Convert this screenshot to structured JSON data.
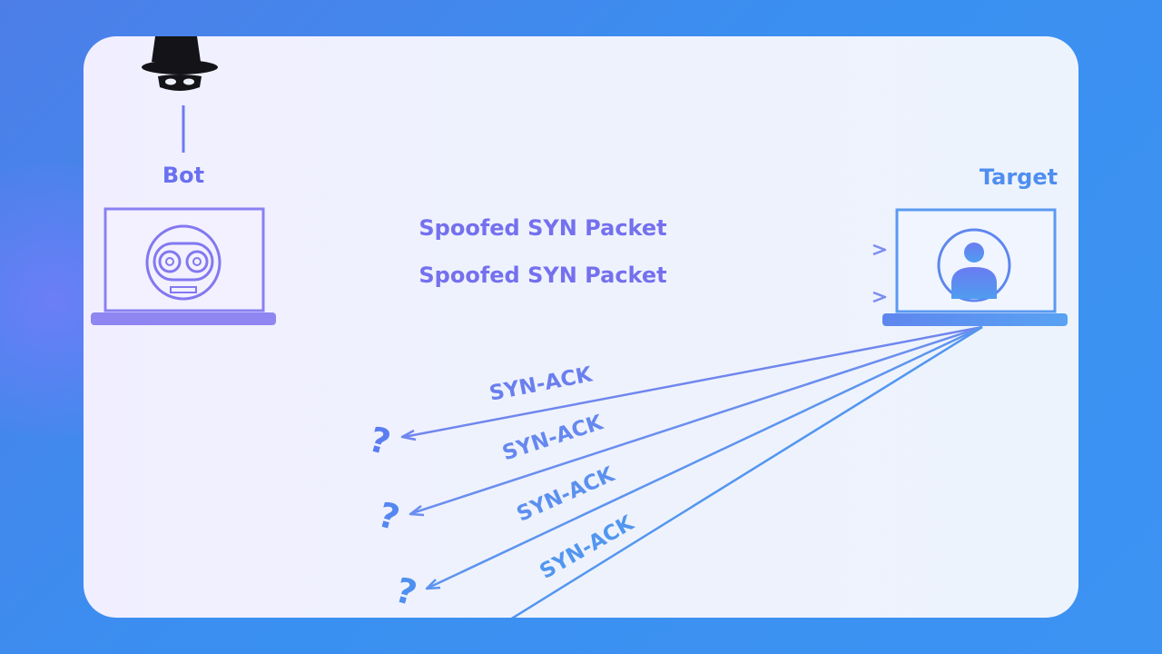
{
  "nodes": {
    "bot_label": "Bot",
    "target_label": "Target"
  },
  "flows": {
    "syn_packet_1": "Spoofed SYN Packet",
    "syn_packet_2": "Spoofed SYN Packet",
    "syn_ack_1": "SYN-ACK",
    "syn_ack_2": "SYN-ACK",
    "syn_ack_3": "SYN-ACK",
    "syn_ack_4": "SYN-ACK"
  },
  "unknown_marks": [
    "?",
    "?",
    "?"
  ],
  "icons": [
    "hacker-icon",
    "robot-icon",
    "user-icon"
  ],
  "colors": {
    "background": "#3a8ff0",
    "card": "#eef2fd",
    "purple": "#7a7af0",
    "blue": "#4a90e8"
  }
}
